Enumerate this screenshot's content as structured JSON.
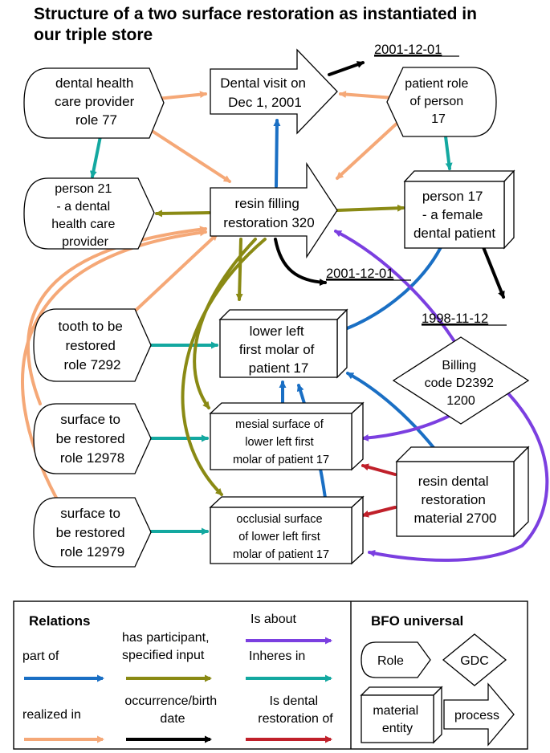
{
  "title": [
    "Structure of a two surface restoration as instantiated in",
    "our triple store"
  ],
  "dates": {
    "visit_date": "2001-12-01",
    "restoration_date": "2001-12-01",
    "birth_date": "1998-11-12"
  },
  "nodes": {
    "dhcp_role": [
      "dental health",
      "care provider",
      "role 77"
    ],
    "dental_visit": [
      "Dental visit on",
      "Dec 1, 2001"
    ],
    "patient_role": [
      "patient role",
      "of person",
      "17"
    ],
    "person21": [
      "person 21",
      "- a  dental",
      "health care",
      "provider"
    ],
    "resin_filling": [
      "resin filling",
      "restoration 320"
    ],
    "person17": [
      "person 17",
      "- a female",
      "dental patient"
    ],
    "tooth_role": [
      "tooth to be",
      "restored",
      "role 7292"
    ],
    "molar": [
      "lower left",
      "first molar of",
      "patient 17"
    ],
    "billing": [
      "Billing",
      "code D2392",
      "1200"
    ],
    "surface_role_1": [
      "surface to",
      "be restored",
      "role 12978"
    ],
    "mesial": [
      "mesial surface of",
      "lower left first",
      "molar of patient 17"
    ],
    "resin_material": [
      "resin dental",
      "restoration",
      "material 2700"
    ],
    "surface_role_2": [
      "surface to",
      "be restored",
      "role 12979"
    ],
    "occlusial": [
      "occlusial surface",
      "of lower left first",
      "molar of patient 17"
    ]
  },
  "legend": {
    "relations_heading": "Relations",
    "bfo_heading": "BFO universal",
    "part_of": [
      "part of"
    ],
    "has_participant": [
      "has participant,",
      "specified input"
    ],
    "is_about": [
      "Is about"
    ],
    "inheres_in": [
      "Inheres in"
    ],
    "realized_in": [
      "realized in"
    ],
    "occurrence_date": [
      "occurrence/birth",
      "date"
    ],
    "is_dental_restoration_of": [
      "Is dental",
      "restoration of"
    ],
    "role_shape": [
      "Role"
    ],
    "gdc_shape": [
      "GDC"
    ],
    "material_entity_shape": [
      "material",
      "entity"
    ],
    "process_shape": [
      "process"
    ]
  },
  "colors": {
    "part_of": "#1a6fc4",
    "has_participant": "#8a8a14",
    "is_about": "#7b3fe0",
    "inheres_in": "#13a8a0",
    "realized_in": "#f5a877",
    "occurrence_date": "#000000",
    "is_dental_restoration_of": "#c0202a"
  }
}
